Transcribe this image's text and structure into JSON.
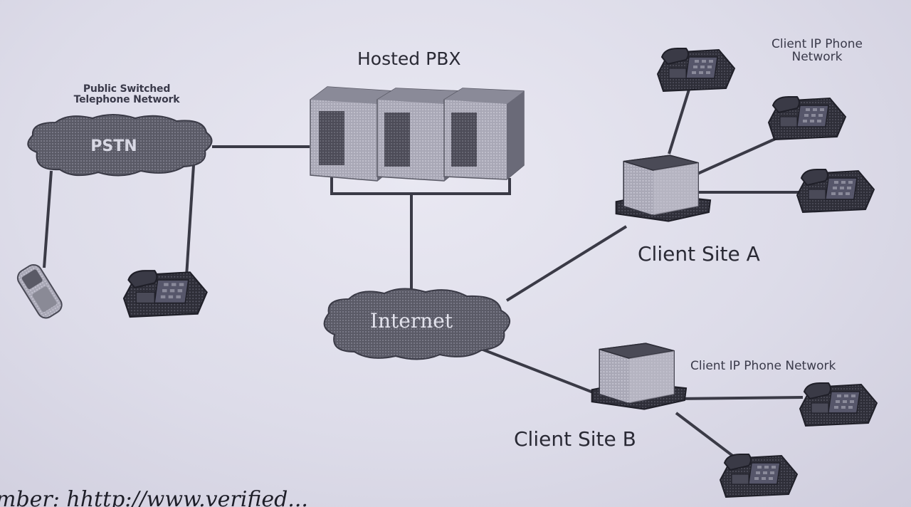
{
  "labels": {
    "pstn_full": "Public Switched Telephone Network",
    "pstn_full_line1": "Public Switched",
    "pstn_full_line2": "Telephone Network",
    "pstn_cloud": "PSTN",
    "hosted_pbx": "Hosted PBX",
    "internet_cloud": "Internet",
    "client_ip_phone_network_a_line1": "Client IP Phone",
    "client_ip_phone_network_a_line2": "Network",
    "client_site_a": "Client Site A",
    "client_site_b": "Client Site B",
    "client_ip_phone_network_b": "Client IP Phone Network"
  },
  "footer": {
    "partial_text": "mber: hhttp://www.verified..."
  },
  "colors": {
    "background": "#dcdbe8",
    "line": "#3a3a46",
    "device_dark": "#2c2c36",
    "device_light": "#9a9aa6",
    "cloud": "#4a4a56"
  }
}
